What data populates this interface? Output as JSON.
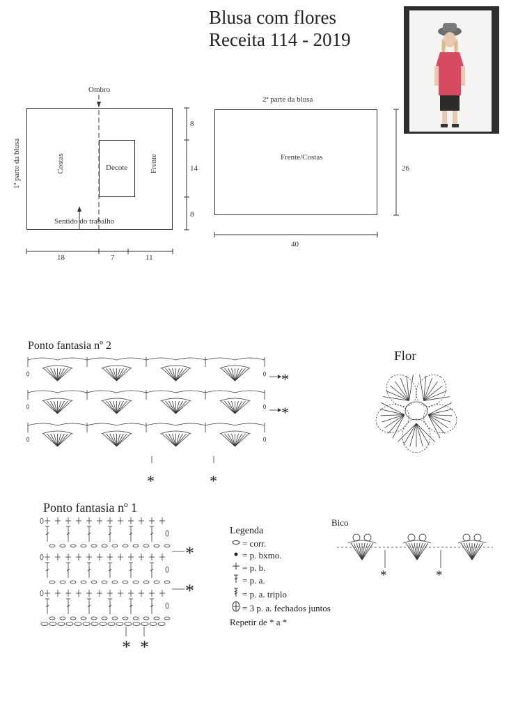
{
  "title": {
    "line1": "Blusa com flores",
    "line2": "Receita  114 - 2019"
  },
  "photo": {
    "description_icon": "girl-photo-icon",
    "shirt_color": "#d84a62"
  },
  "schematic1": {
    "side_label": "1ª parte da blusa",
    "shoulder": "Ombro",
    "back": "Costas",
    "neckline": "Decote",
    "front": "Frente",
    "direction": "Sentido do trabalho",
    "widths": [
      "18",
      "7",
      "11"
    ],
    "heights": [
      "8",
      "14",
      "8"
    ]
  },
  "schematic2": {
    "title": "2ª parte da blusa",
    "body": "Frente/Costas",
    "width": "40",
    "height": "26"
  },
  "sections": {
    "stitch2": "Ponto fantasia nº 2",
    "flower": "Flor",
    "stitch1": "Ponto fantasia nº 1",
    "edge": "Bico",
    "repeat_mark": "*"
  },
  "legend": {
    "title": "Legenda",
    "items": [
      {
        "icon": "chain-icon",
        "text": "= corr."
      },
      {
        "icon": "slip-stitch-icon",
        "text": "= p. bxmo."
      },
      {
        "icon": "single-crochet-icon",
        "text": "= p. b."
      },
      {
        "icon": "double-crochet-icon",
        "text": "= p. a."
      },
      {
        "icon": "triple-crochet-icon",
        "text": "= p. a. triplo"
      },
      {
        "icon": "cluster-icon",
        "text": "= 3 p. a. fechados juntos"
      }
    ],
    "footer": "Repetir de * a *"
  },
  "colors": {
    "ink": "#333333",
    "background": "#ffffff"
  }
}
